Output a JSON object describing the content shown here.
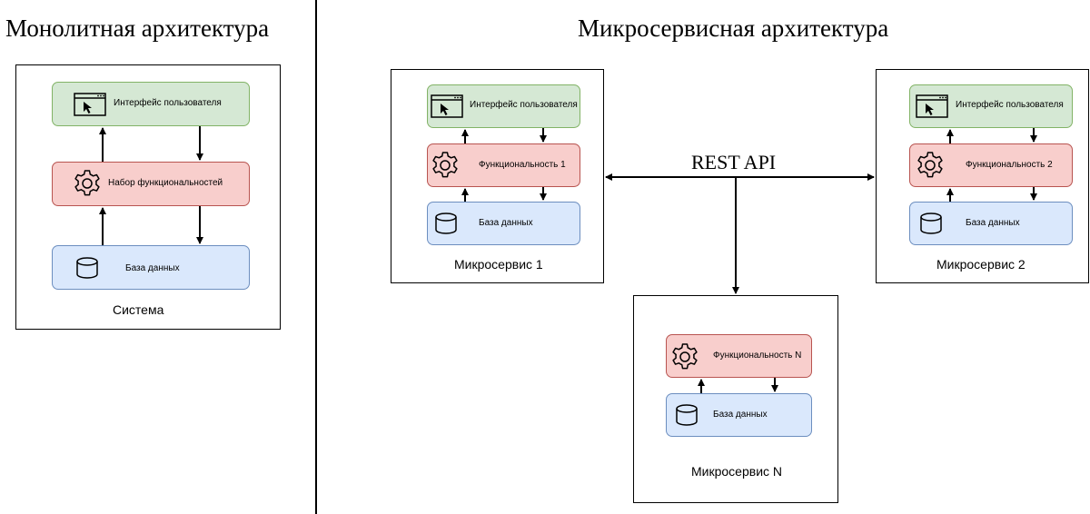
{
  "titles": {
    "monolith": "Монолитная архитектура",
    "microservice": "Микросервисная архитектура"
  },
  "labels": {
    "ui": "Интерфейс пользователя",
    "feature_set": "Набор функциональностей",
    "database": "База данных",
    "system": "Система",
    "func_1": "Функциональность 1",
    "func_2": "Функциональность 2",
    "func_n": "Функциональность N",
    "ms_1": "Микросервис 1",
    "ms_2": "Микросервис 2",
    "ms_n": "Микросервис N",
    "rest_api": "REST API"
  },
  "colors": {
    "ui_fill": "#d5e8d4",
    "ui_stroke": "#82b366",
    "func_fill": "#f8cecc",
    "func_stroke": "#b85450",
    "db_fill": "#dae8fc",
    "db_stroke": "#6c8ebf"
  },
  "icons": {
    "ui": "browser-window-icon",
    "func": "gear-icon",
    "db": "database-icon"
  }
}
